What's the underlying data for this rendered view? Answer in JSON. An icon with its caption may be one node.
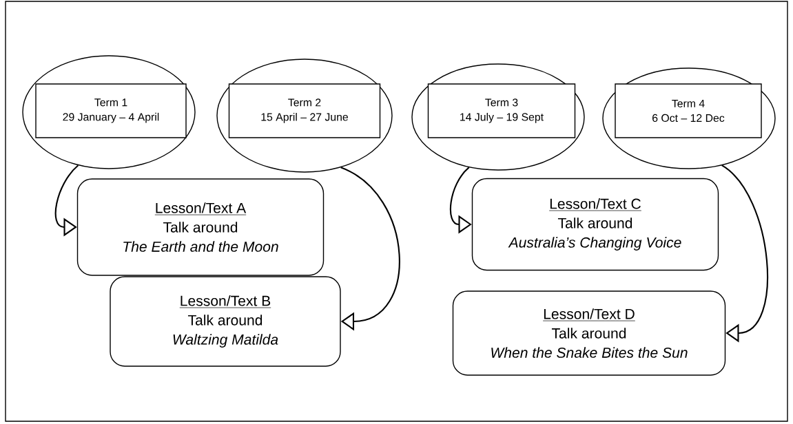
{
  "diagram": {
    "nodes": [
      {
        "text": [],
        "shape": "ellipse"
      },
      {
        "text": [
          "Term 1",
          "29 January – 4 April"
        ],
        "in": 0
      },
      {
        "text": [],
        "shape": "ellipse"
      },
      {
        "text": [
          "Term 2",
          "15 April – 27 June"
        ],
        "in": 2
      },
      {
        "text": [],
        "shape": "ellipse"
      },
      {
        "text": [
          "Term 3",
          "14 July – 19 Sept"
        ],
        "in": 4
      },
      {
        "text": [],
        "shape": "ellipse"
      },
      {
        "text": [
          "Term 4",
          "6 Oct – 12 Dec"
        ],
        "in": 6
      },
      {
        "text": [
          "Lesson/Text A",
          "Talk around",
          "The Earth and the Moon"
        ]
      },
      {
        "text": [
          "Lesson/Text C",
          "Talk around",
          "Australia’s Changing Voice"
        ]
      },
      {
        "text": [
          "Lesson/Text B",
          "Talk around",
          "Waltzing Matilda"
        ]
      },
      {
        "text": [
          "Lesson/Text D",
          "Talk around",
          "When the Snake Bites the Sun"
        ]
      }
    ],
    "edges": [
      {
        "from": 0,
        "to": 8,
        "arrow": "to"
      },
      {
        "from": 2,
        "to": 10,
        "arrow": "to"
      },
      {
        "from": 4,
        "to": 9,
        "arrow": "to"
      },
      {
        "from": 6,
        "to": 11,
        "arrow": "to"
      }
    ]
  }
}
